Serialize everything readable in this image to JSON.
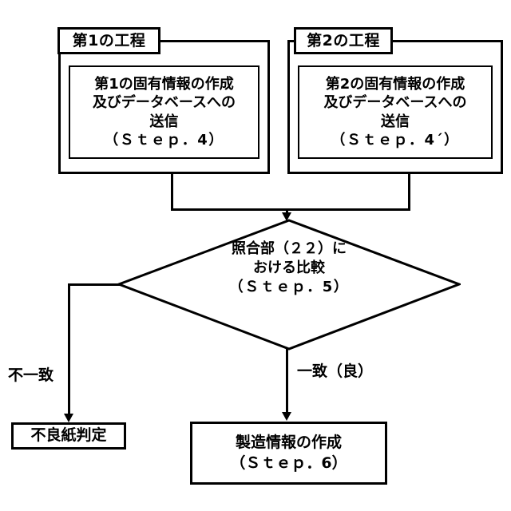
{
  "diagram": {
    "type": "flowchart",
    "title": "",
    "steps": {
      "process1": {
        "tab_label": "第1の工程",
        "lines": [
          "第1の固有情報の作成",
          "及びデータベースへの",
          "送信",
          "（Ｓｔｅｐ．4）"
        ]
      },
      "process2": {
        "tab_label": "第2の工程",
        "lines": [
          "第2の固有情報の作成",
          "及びデータベースへの",
          "送信",
          "（Ｓｔｅｐ．4´）"
        ]
      },
      "decision": {
        "lines": [
          "照合部（２２）に",
          "おける比較",
          "（Ｓｔｅｐ．5）"
        ]
      },
      "reject": {
        "lines": [
          "不良紙判定"
        ]
      },
      "accept": {
        "lines": [
          "製造情報の作成",
          "（Ｓｔｅｐ．6）"
        ]
      }
    },
    "branches": {
      "no_match_label": "不一致",
      "match_label": "一致（良）"
    },
    "colors": {
      "stroke": "#000000",
      "background": "#ffffff"
    }
  }
}
